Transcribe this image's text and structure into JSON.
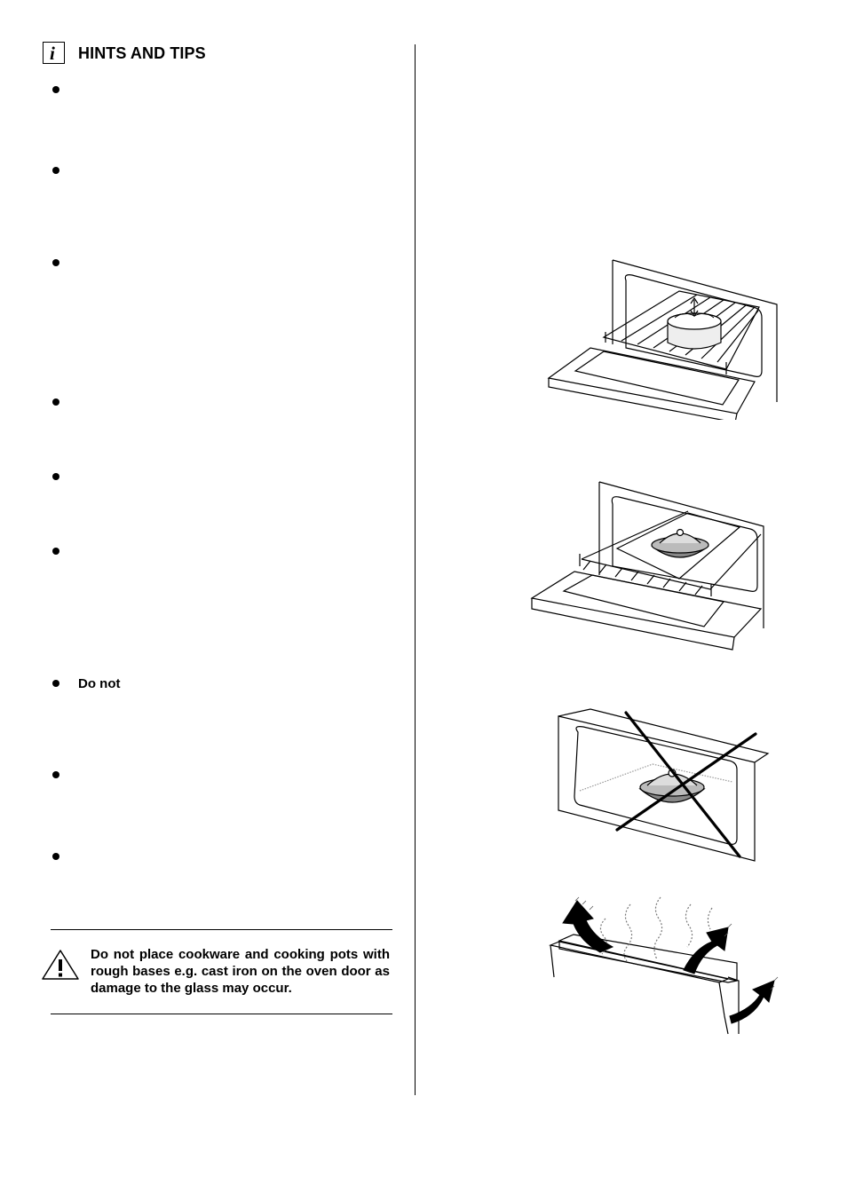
{
  "section": {
    "icon": "info-icon",
    "title": "HINTS AND TIPS"
  },
  "bullets": [
    {
      "text": ""
    },
    {
      "text": ""
    },
    {
      "text": ""
    },
    {
      "text": ""
    },
    {
      "text": ""
    },
    {
      "text": ""
    },
    {
      "text": "Do  not"
    },
    {
      "text": ""
    },
    {
      "text": ""
    }
  ],
  "warning": {
    "icon": "warning-triangle-icon",
    "text": "Do not place cookware and cooking pots with rough bases e.g. cast iron on the oven door as damage to the glass may occur."
  },
  "illustrations": [
    {
      "icon": "oven-pot-on-shelf-icon"
    },
    {
      "icon": "oven-casserole-on-tray-icon"
    },
    {
      "icon": "oven-pot-on-floor-crossed-icon"
    },
    {
      "icon": "oven-door-steam-icon"
    }
  ]
}
